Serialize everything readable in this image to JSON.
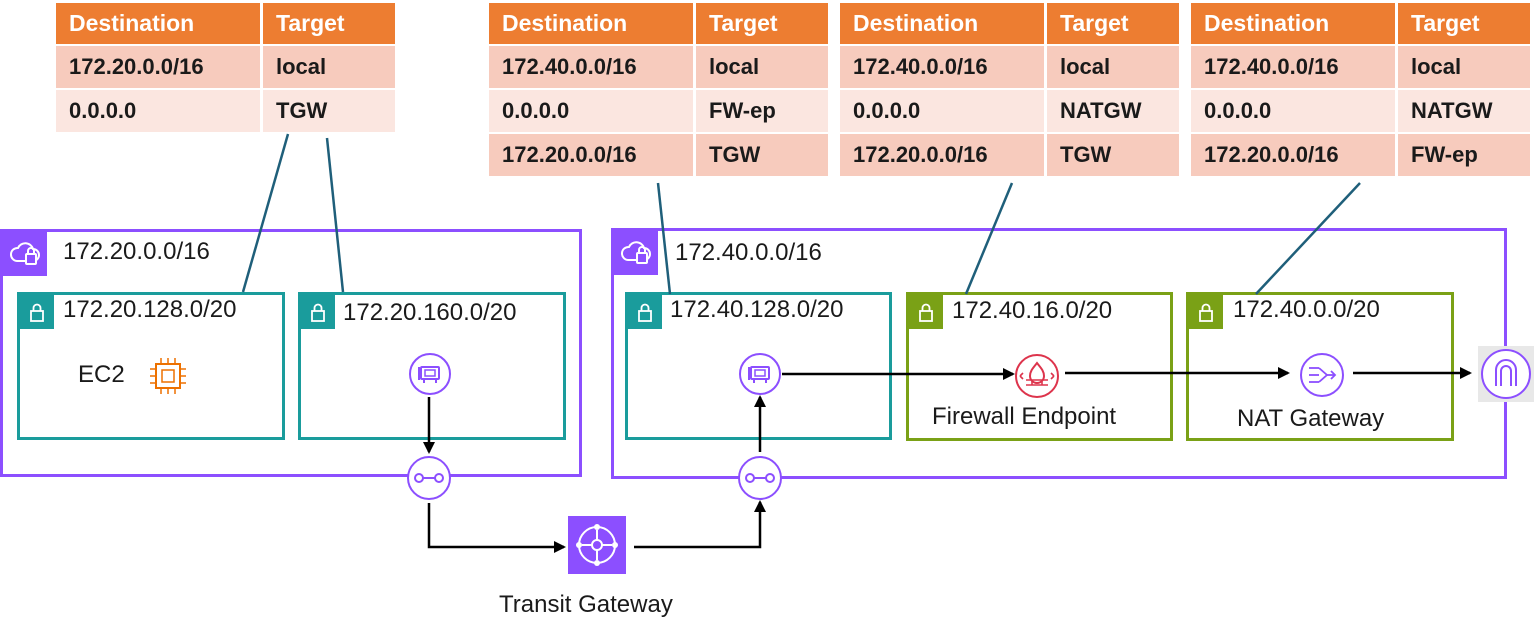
{
  "route_tables": [
    {
      "headers": [
        "Destination",
        "Target"
      ],
      "rows": [
        [
          "172.20.0.0/16",
          "local"
        ],
        [
          "0.0.0.0",
          "TGW"
        ]
      ]
    },
    {
      "headers": [
        "Destination",
        "Target"
      ],
      "rows": [
        [
          "172.40.0.0/16",
          "local"
        ],
        [
          "0.0.0.0",
          "FW-ep"
        ],
        [
          "172.20.0.0/16",
          "TGW"
        ]
      ]
    },
    {
      "headers": [
        "Destination",
        "Target"
      ],
      "rows": [
        [
          "172.40.0.0/16",
          "local"
        ],
        [
          "0.0.0.0",
          "NATGW"
        ],
        [
          "172.20.0.0/16",
          "TGW"
        ]
      ]
    },
    {
      "headers": [
        "Destination",
        "Target"
      ],
      "rows": [
        [
          "172.40.0.0/16",
          "local"
        ],
        [
          "0.0.0.0",
          "NATGW"
        ],
        [
          "172.20.0.0/16",
          "FW-ep"
        ]
      ]
    }
  ],
  "vpcs": {
    "left": {
      "cidr": "172.20.0.0/16"
    },
    "right": {
      "cidr": "172.40.0.0/16"
    }
  },
  "subnets": {
    "s1": {
      "cidr": "172.20.128.0/20"
    },
    "s2": {
      "cidr": "172.20.160.0/20"
    },
    "s3": {
      "cidr": "172.40.128.0/20"
    },
    "s4": {
      "cidr": "172.40.16.0/20"
    },
    "s5": {
      "cidr": "172.40.0.0/20"
    }
  },
  "labels": {
    "ec2": "EC2",
    "firewall_endpoint": "Firewall Endpoint",
    "nat_gateway": "NAT Gateway",
    "transit_gateway": "Transit Gateway"
  },
  "colors": {
    "table_header": "#ed7d31",
    "table_row_dark": "#f7cbbd",
    "table_row_light": "#fbe6e0",
    "vpc": "#8c4fff",
    "private_subnet": "#1a9c9c",
    "public_subnet": "#7aa116",
    "connector": "#1f5f7a",
    "firewall": "#dd344c",
    "ec2": "#ed7100"
  }
}
